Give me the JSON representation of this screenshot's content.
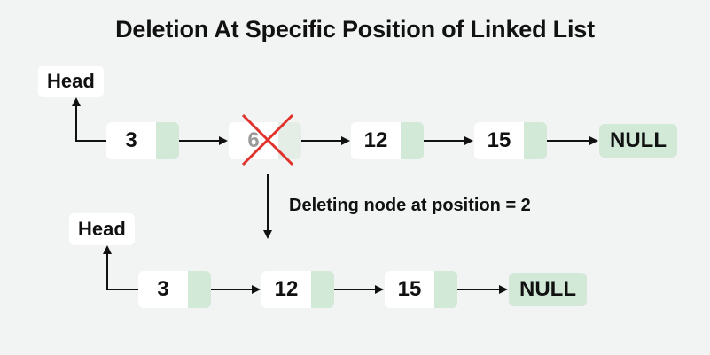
{
  "title": "Deletion At Specific Position of Linked List",
  "before": {
    "head_label": "Head",
    "nodes": [
      "3",
      "6",
      "12",
      "15"
    ],
    "deleted_index": 1,
    "terminator": "NULL"
  },
  "operation": {
    "caption": "Deleting node at position = 2"
  },
  "after": {
    "head_label": "Head",
    "nodes": [
      "3",
      "12",
      "15"
    ],
    "terminator": "NULL"
  },
  "colors": {
    "pointer": "#d3e9d8",
    "cross": "#e0312b",
    "background": "#f2f4f4"
  }
}
